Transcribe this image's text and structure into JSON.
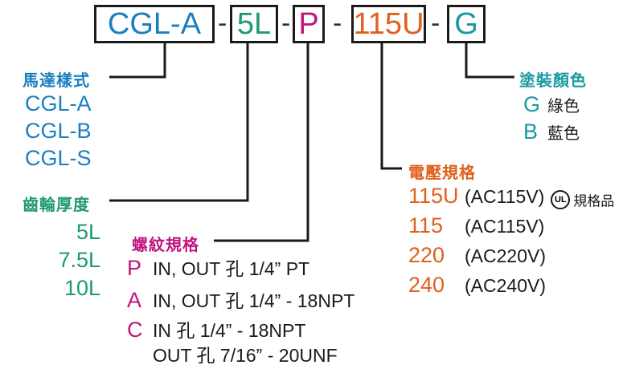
{
  "colors": {
    "blue": "#1a7fc1",
    "green": "#1f9a6e",
    "magenta": "#c2157f",
    "orange": "#e0601b",
    "teal": "#1a9aa0",
    "ink": "#1a1a1a"
  },
  "model": {
    "parts": [
      "CGL-A",
      "5L",
      "P",
      "115U",
      "G"
    ],
    "separator": "-"
  },
  "motor": {
    "heading": "馬達樣式",
    "items": [
      "CGL-A",
      "CGL-B",
      "CGL-S"
    ]
  },
  "gear": {
    "heading": "齒輪厚度",
    "items": [
      "5L",
      "7.5L",
      "10L"
    ]
  },
  "thread": {
    "heading": "螺紋規格",
    "items": [
      {
        "code": "P",
        "text": "IN, OUT 孔 1/4” PT"
      },
      {
        "code": "A",
        "text": "IN, OUT 孔 1/4” - 18NPT"
      },
      {
        "code": "C",
        "text": "IN 孔 1/4” - 18NPT"
      },
      {
        "code": "",
        "text": "OUT 孔 7/16” - 20UNF"
      }
    ]
  },
  "voltage": {
    "heading": "電壓規格",
    "items": [
      {
        "code": "115U",
        "spec": "(AC115V)",
        "badge": "UL",
        "badge_label": "規格品"
      },
      {
        "code": "115",
        "spec": "(AC115V)"
      },
      {
        "code": "220",
        "spec": "(AC220V)"
      },
      {
        "code": "240",
        "spec": "(AC240V)"
      }
    ]
  },
  "paint": {
    "heading": "塗裝顏色",
    "items": [
      {
        "code": "G",
        "label": "綠色"
      },
      {
        "code": "B",
        "label": "藍色"
      }
    ]
  }
}
